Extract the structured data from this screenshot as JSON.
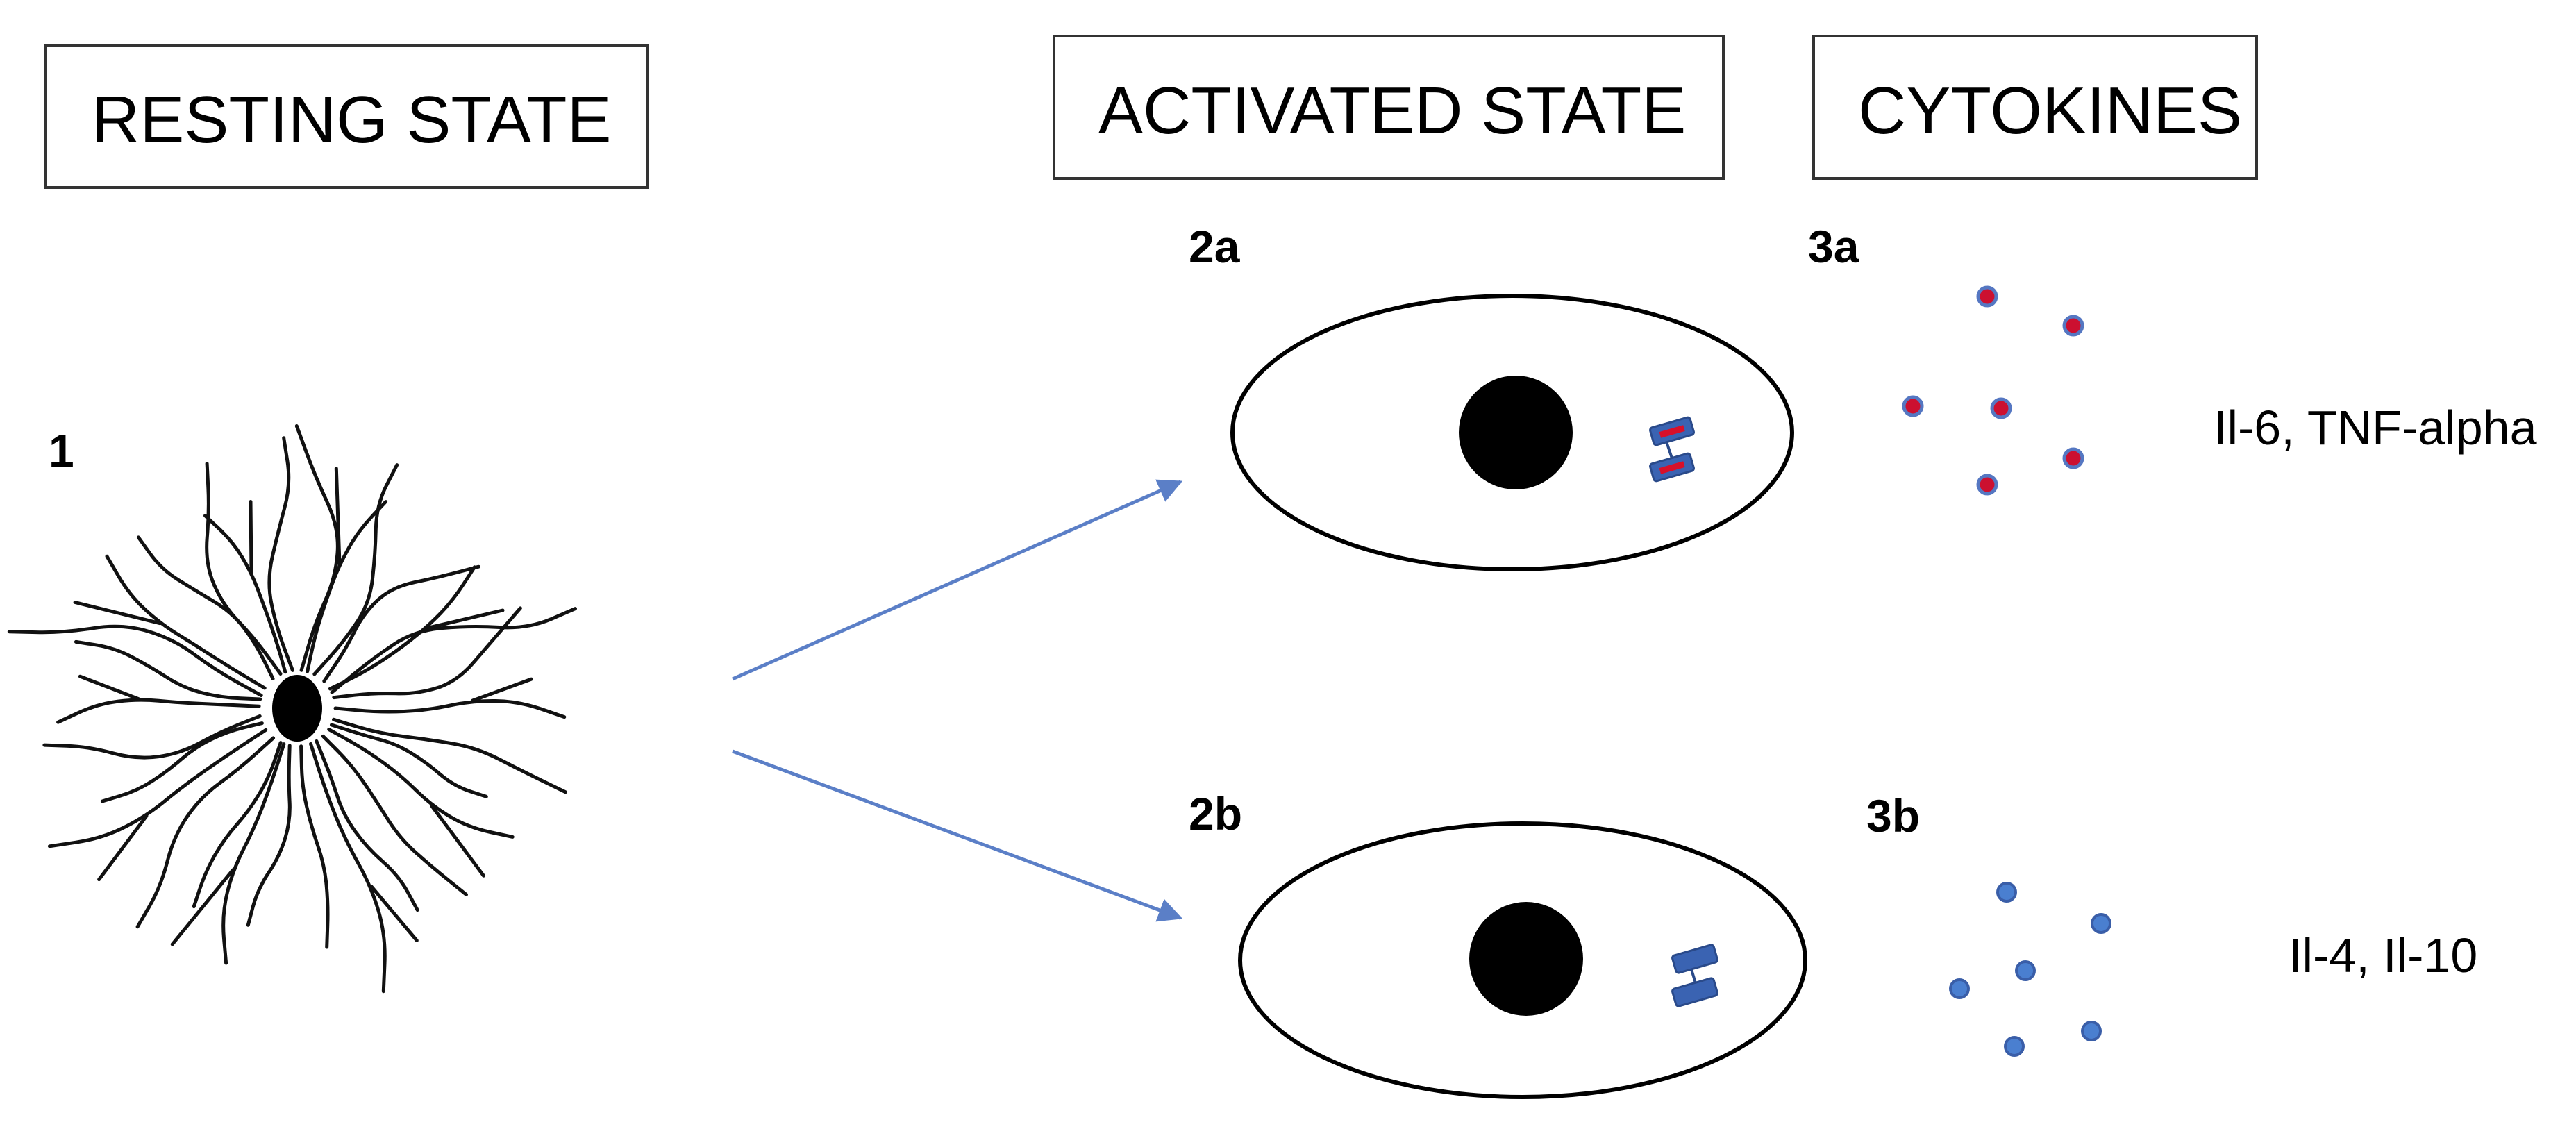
{
  "headers": {
    "resting": "RESTING STATE",
    "activated": "ACTIVATED STATE",
    "cytokines": "CYTOKINES"
  },
  "labels": {
    "resting_cell": "1",
    "activated_a": "2a",
    "activated_b": "2b",
    "cytokines_a": "3a",
    "cytokines_b": "3b"
  },
  "cytokine_names": {
    "a": "Il-6, TNF-alpha",
    "b": "Il-4, Il-10"
  },
  "colors": {
    "arrow": "#5b7fc7",
    "receptor": "#3a63b2",
    "receptor_mark": "#d8102a",
    "cytokine_a_fill": "#cc1030",
    "cytokine_b_fill": "#4a7fd0",
    "dot_edge": "#5577c2",
    "outline": "#000000"
  }
}
